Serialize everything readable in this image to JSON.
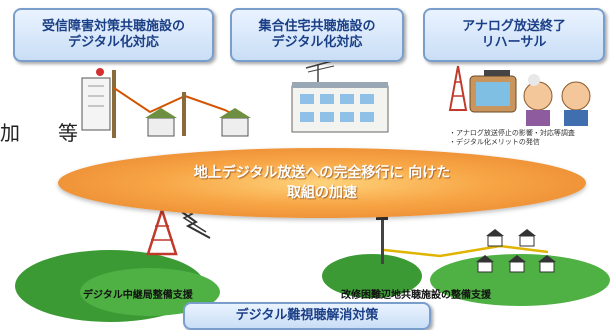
{
  "panels": [
    {
      "line1": "受信障害対策共聴施設の",
      "line2": "デジタル化対応"
    },
    {
      "line1": "集合住宅共聴施設の",
      "line2": "デジタル化対応"
    },
    {
      "line1": "アナログ放送終了",
      "line2": "リハーサル"
    }
  ],
  "side_chars": [
    "加",
    "等"
  ],
  "rehearsal_notes": [
    "・アナログ放送停止の影響・対応等調査",
    "・デジタル化メリットの発信"
  ],
  "center": {
    "line1": "地上デジタル放送への完全移行に 向けた",
    "line2": "取組の加速"
  },
  "captions": {
    "left": "デジタル中継局整備支援",
    "right": "改修困難辺地共聴施設の整備支援"
  },
  "bottom_label": "デジタル難視聴解消対策",
  "colors": {
    "panel_text": "#1b3f86",
    "ellipse": "#f0953a",
    "hill": "#3c9a35",
    "tower": "#c0392b"
  }
}
